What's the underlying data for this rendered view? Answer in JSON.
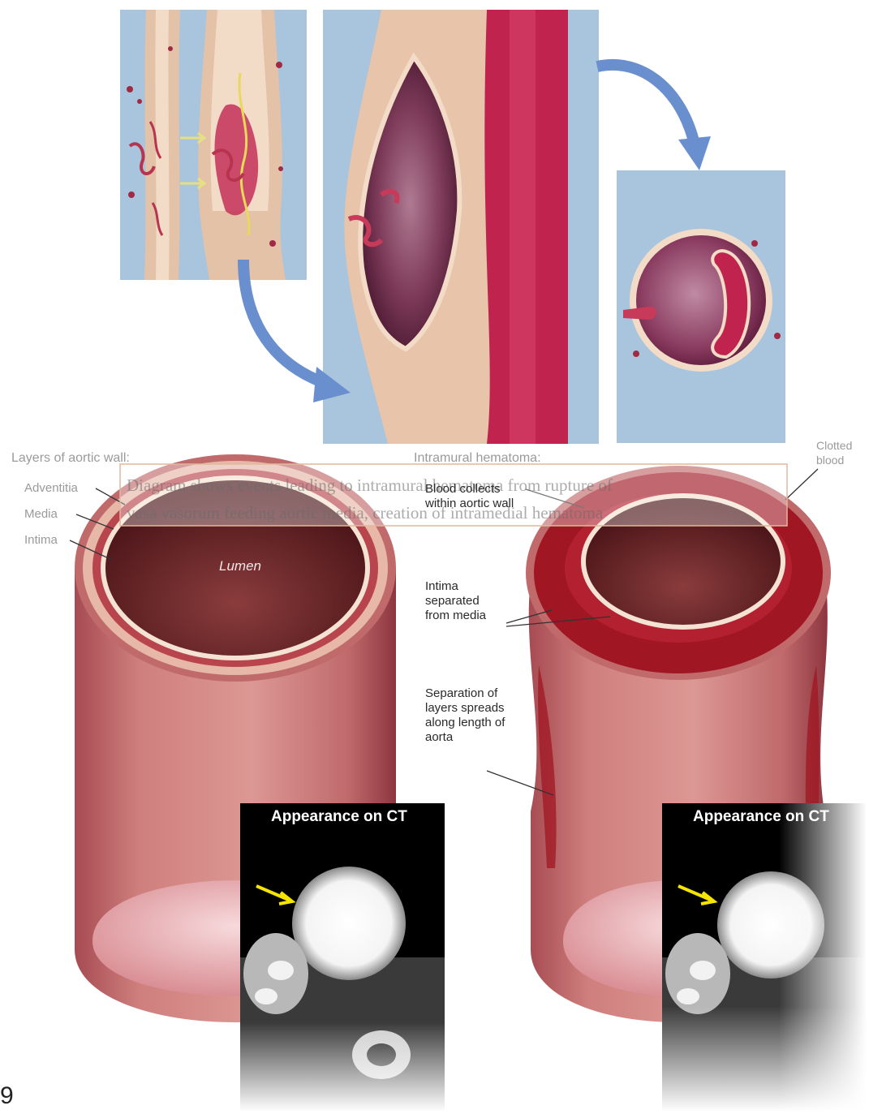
{
  "caption": {
    "line1": "Diagram  shows events leading to intramural hematoma  from rupture of",
    "line2": "vasa vasorum feeding aortic media, creation of  intramedial  hematoma"
  },
  "normal_wall": {
    "heading": "Layers of aortic wall:",
    "labels": [
      "Adventitia",
      "Media",
      "Intima"
    ],
    "lumen": "Lumen"
  },
  "hematoma": {
    "heading": "Intramural hematoma:",
    "blood_collects": "Blood collects within aortic wall",
    "intima_separated": "Intima separated from media",
    "separation_spreads": "Separation of layers spreads along length of aorta",
    "clotted_blood": "Clotted blood"
  },
  "ct_insets": [
    {
      "title": "Appearance on CT"
    },
    {
      "title": "Appearance on CT"
    }
  ],
  "corner_fragment": "9",
  "colors": {
    "panel_blue": "#a9c4dd",
    "vessel_wall": "#c97a78",
    "hematoma_red": "#a01622",
    "lumen_dark": "#5a1a1c",
    "arrow_blue": "#6a8fcf",
    "ct_arrow": "#f5e400"
  }
}
